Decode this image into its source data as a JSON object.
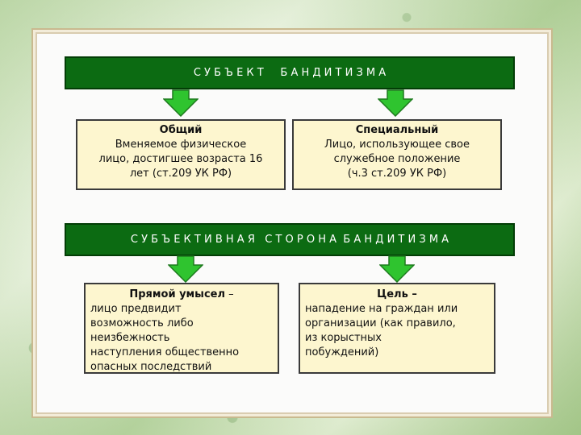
{
  "colors": {
    "header_bg": "#0c6b12",
    "arrow": "#2fc42f",
    "box_bg": "#fdf6cf"
  },
  "sections": [
    {
      "header": "С У Б Ъ Е К Т     Б А Н Д И Т И З М А",
      "boxes": [
        {
          "title": "Общий",
          "lines": [
            "Вменяемое физическое",
            "лицо, достигшее возраста 16",
            "лет (ст.209 УК РФ)"
          ]
        },
        {
          "title": "Специальный",
          "lines": [
            "Лицо, использующее свое",
            "служебное положение",
            "(ч.3 ст.209 УК РФ)"
          ]
        }
      ]
    },
    {
      "header": "С У Б Ъ Е К Т И В Н А Я   С Т О Р О Н А  Б А Н Д И Т И З М А",
      "boxes": [
        {
          "title": "Прямой умысел",
          "title_suffix": " –",
          "lines": [
            "лицо предвидит",
            "возможность либо",
            "неизбежность",
            "наступления общественно",
            "опасных последствий"
          ]
        },
        {
          "title": "Цель –",
          "lines": [
            "нападение на граждан или",
            "организации (как правило,",
            "из корыстных",
            "побуждений)"
          ]
        }
      ]
    }
  ]
}
